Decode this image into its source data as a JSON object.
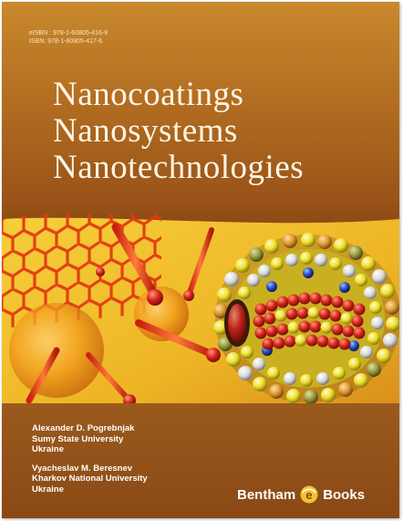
{
  "isbn": {
    "eisbn": "eISBN : 978-1-60805-416-9",
    "isbn": "ISBN: 978-1-60805-417-6"
  },
  "title": {
    "line1": "Nanocoatings",
    "line2": "Nanosystems",
    "line3": "Nanotechnologies"
  },
  "authors": [
    {
      "name": "Alexander D. Pogrebnjak",
      "affiliation": "Sumy State University",
      "country": "Ukraine"
    },
    {
      "name": "Vyacheslav M. Beresnev",
      "affiliation": "Kharkov National University",
      "country": "Ukraine"
    }
  ],
  "publisher": {
    "part1": "Bentham",
    "part2": "Books",
    "logo_letter": "e"
  },
  "colors": {
    "cover_brown": "#9a5418",
    "gold": "#f1c12a",
    "red": "#d6241c",
    "accent_yellow": "#f2c230"
  },
  "icons": {
    "publisher_logo": "bentham-e-logo-icon"
  }
}
